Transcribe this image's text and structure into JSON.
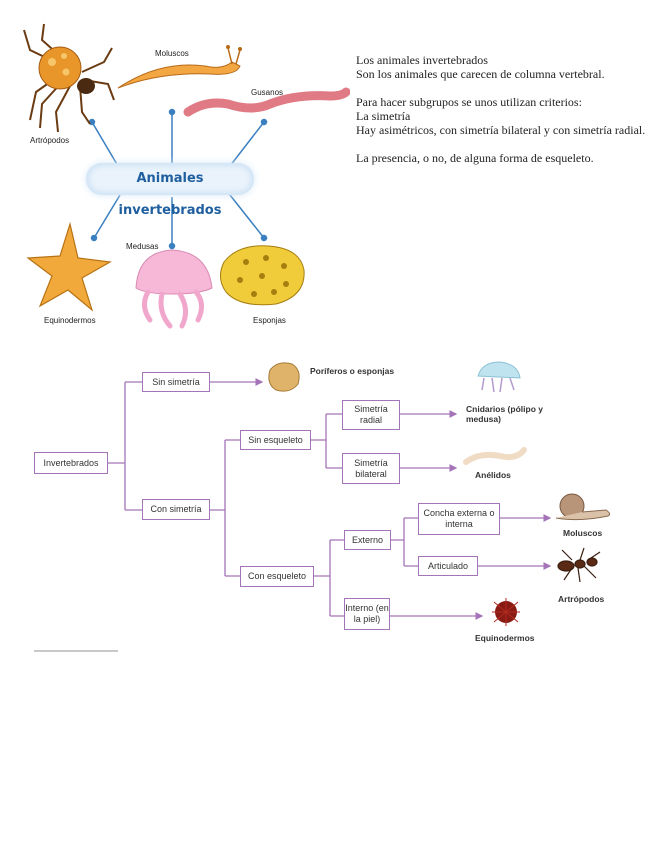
{
  "illustration": {
    "center_label": "Animales invertebrados",
    "labels": {
      "arthropods": "Artrópodos",
      "mollusks": "Moluscos",
      "worms": "Gusanos",
      "echinoderms": "Equinodermos",
      "jellyfish": "Medusas",
      "sponges": "Esponjas"
    }
  },
  "intro": {
    "line1": "Los animales invertebrados",
    "line2": "Son los animales que carecen de columna vertebral.",
    "line3": "Para hacer subgrupos se unos utilizan criterios:",
    "line4": "La simetría",
    "line5": "Hay asimétricos, con simetría bilateral y con simetría radial.",
    "line6": "La presencia, o no, de alguna forma de esqueleto."
  },
  "tree": {
    "root": "Invertebrados",
    "no_symmetry": "Sin simetría",
    "with_symmetry": "Con simetría",
    "no_skeleton": "Sin esqueleto",
    "with_skeleton": "Con esqueleto",
    "radial": "Simetría radial",
    "bilateral": "Simetría bilateral",
    "external": "Externo",
    "internal": "Interno (en la piel)",
    "shell": "Concha externa o interna",
    "articulated": "Articulado",
    "leaves": {
      "porifera": "Poríferos o esponjas",
      "cnidaria": "Cnidarios (pólipo y medusa)",
      "annelids": "Anélidos",
      "mollusks": "Moluscos",
      "arthropods": "Artrópodos",
      "echinoderms": "Equinodermos"
    }
  }
}
